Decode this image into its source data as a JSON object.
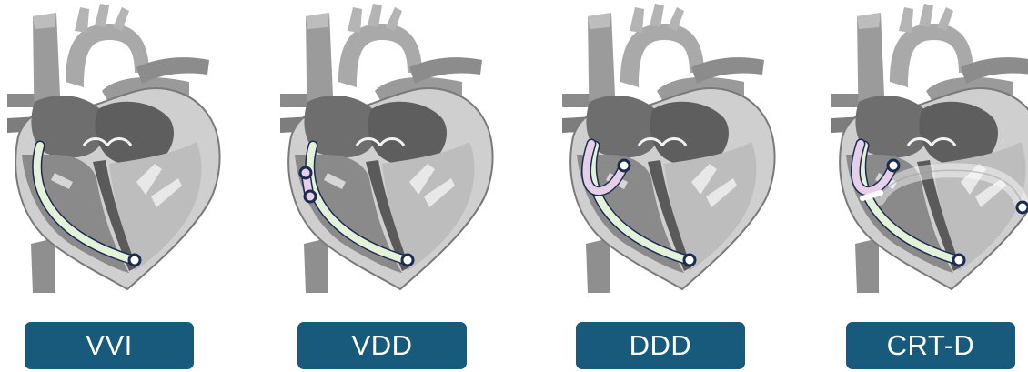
{
  "panels": [
    {
      "id": "vvi",
      "label": "VVI"
    },
    {
      "id": "vdd",
      "label": "VDD"
    },
    {
      "id": "ddd",
      "label": "DDD"
    },
    {
      "id": "crtd",
      "label": "CRT-D"
    }
  ],
  "colors": {
    "label_bg": "#175a7b",
    "label_text": "#ffffff",
    "ventricular_lead": "#e3f2d8",
    "atrial_lead": "#e6cfe9",
    "electrode_ring": "#1b2b52",
    "heart_dark": "#6e6e6e",
    "heart_light": "#cfcfcf"
  }
}
